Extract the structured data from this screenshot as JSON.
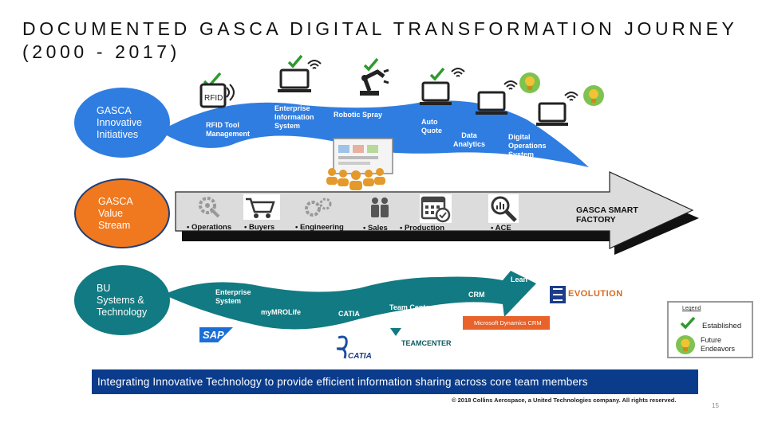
{
  "title": {
    "line1": "DOCUMENTED GASCA DIGITAL TRANSFORMATION JOURNEY",
    "line2": "(2000 - 2017)"
  },
  "rows": {
    "innovative": {
      "label": "GASCA Innovative Initiatives",
      "items": [
        {
          "label": "RFID Tool Management",
          "status": "established"
        },
        {
          "label": "Enterprise Information System",
          "status": "established"
        },
        {
          "label": "Robotic Spray",
          "status": "established"
        },
        {
          "label": "Auto Quote",
          "status": "established"
        },
        {
          "label": "Data Analytics",
          "status": "future"
        },
        {
          "label": "Digital Operations System",
          "status": "future"
        }
      ]
    },
    "value_stream": {
      "label": "GASCA Value Stream",
      "items": [
        "Operations",
        "Buyers",
        "Engineering",
        "Sales",
        "Production",
        "ACE"
      ],
      "end_label": "GASCA SMART FACTORY"
    },
    "bu_systems": {
      "label": "BU Systems & Technology",
      "items": [
        "Enterprise System",
        "myMROLife",
        "CATIA",
        "Team Center",
        "CRM",
        "Lean"
      ],
      "logos": {
        "sap": "SAP",
        "catia": "CATIA",
        "teamcenter": "TEAMCENTER",
        "ms_dynamics": "Microsoft Dynamics CRM",
        "evolution": "EVOLUTION"
      }
    }
  },
  "banner": "Integrating Innovative Technology to provide efficient information sharing across core team members",
  "copyright": "© 2018 Collins Aerospace, a United Technologies company. All rights reserved.",
  "page_number": "15",
  "legend": {
    "title": "Legend",
    "established": "Established",
    "future": "Future Endeavors"
  },
  "colors": {
    "blue": "#2f7de1",
    "orange": "#f0781e",
    "teal": "#127a82",
    "banner": "#0b3c8c",
    "check": "#2e9a2e",
    "bulb": "#f2c232"
  },
  "icons": [
    "rfid-icon",
    "laptop-icon",
    "wifi-icon",
    "robot-arm-icon",
    "check-icon",
    "lightbulb-icon",
    "gears-icon",
    "cart-icon",
    "people-icon",
    "calendar-icon",
    "magnifier-chart-icon",
    "dashboard-screen-icon",
    "team-icon"
  ]
}
